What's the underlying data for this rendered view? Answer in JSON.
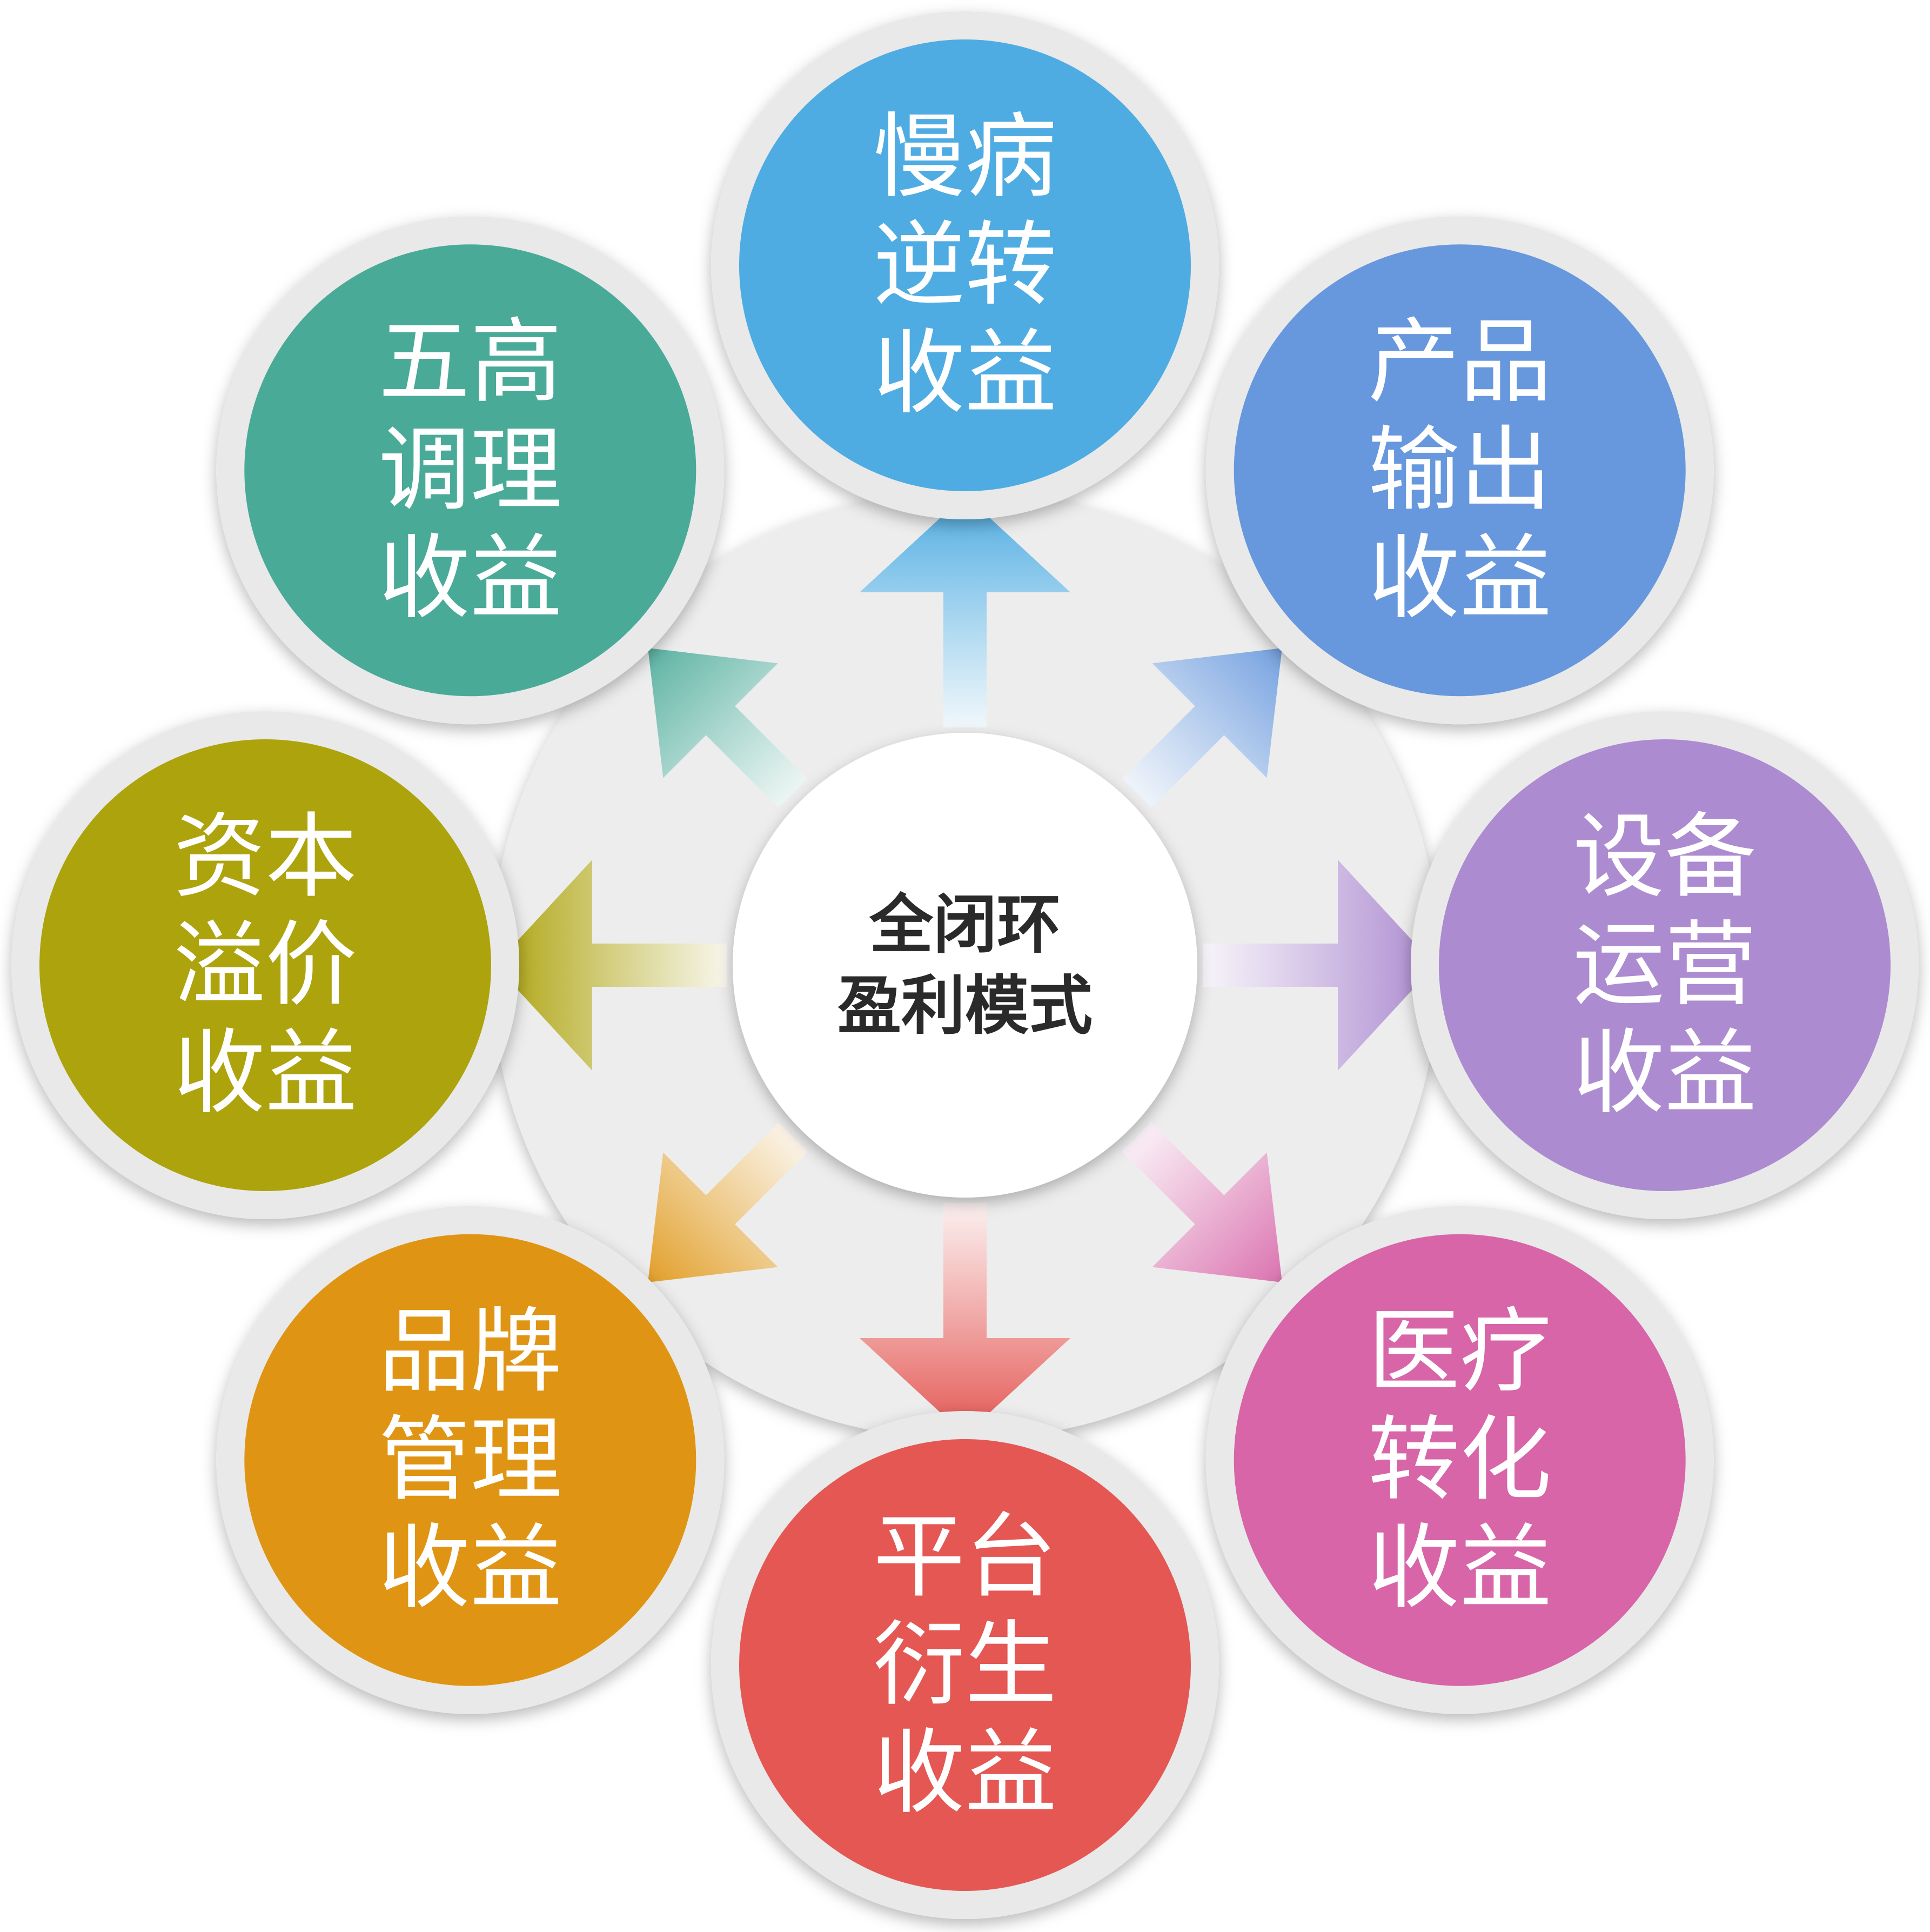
{
  "center": {
    "lines": [
      "全闭环",
      "盈利模式"
    ]
  },
  "nodes": [
    {
      "id": "slow-disease-reversal",
      "lines": [
        "慢病",
        "逆转",
        "收益"
      ],
      "color": "#4EACE2"
    },
    {
      "id": "product-output",
      "lines": [
        "产品",
        "输出",
        "收益"
      ],
      "color": "#6798DD"
    },
    {
      "id": "equipment-operation",
      "lines": [
        "设备",
        "运营",
        "收益"
      ],
      "color": "#AC8BD0"
    },
    {
      "id": "medical-conversion",
      "lines": [
        "医疗",
        "转化",
        "收益"
      ],
      "color": "#D765A8"
    },
    {
      "id": "platform-derivative",
      "lines": [
        "平台",
        "衍生",
        "收益"
      ],
      "color": "#E45753"
    },
    {
      "id": "brand-management",
      "lines": [
        "品牌",
        "管理",
        "收益"
      ],
      "color": "#DF9513"
    },
    {
      "id": "capital-premium",
      "lines": [
        "资本",
        "溢价",
        "收益"
      ],
      "color": "#ADA30D"
    },
    {
      "id": "five-highs-conditioning",
      "lines": [
        "五高",
        "调理",
        "收益"
      ],
      "color": "#49AA98"
    }
  ],
  "colors": {
    "hub_ring": "#EDEDED",
    "outer_ring": "#E9E9E9",
    "center_fill": "#FFFFFF",
    "node_text": "#FFFFFF",
    "center_text": "#2A2A2A"
  }
}
